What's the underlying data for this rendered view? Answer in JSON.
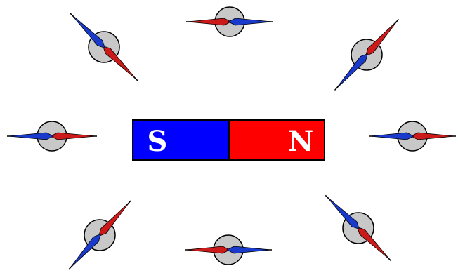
{
  "magnet": {
    "south_label": "S",
    "north_label": "N",
    "south_color": "#0000ff",
    "north_color": "#ff0000",
    "label_color": "#ffffff",
    "outline_color": "#000000"
  },
  "compass": {
    "body_color": "#c8c8c8",
    "body_outline": "#000000",
    "north_tip_color": "#cc1a1a",
    "south_tip_color": "#1a3acc",
    "count": 8
  }
}
